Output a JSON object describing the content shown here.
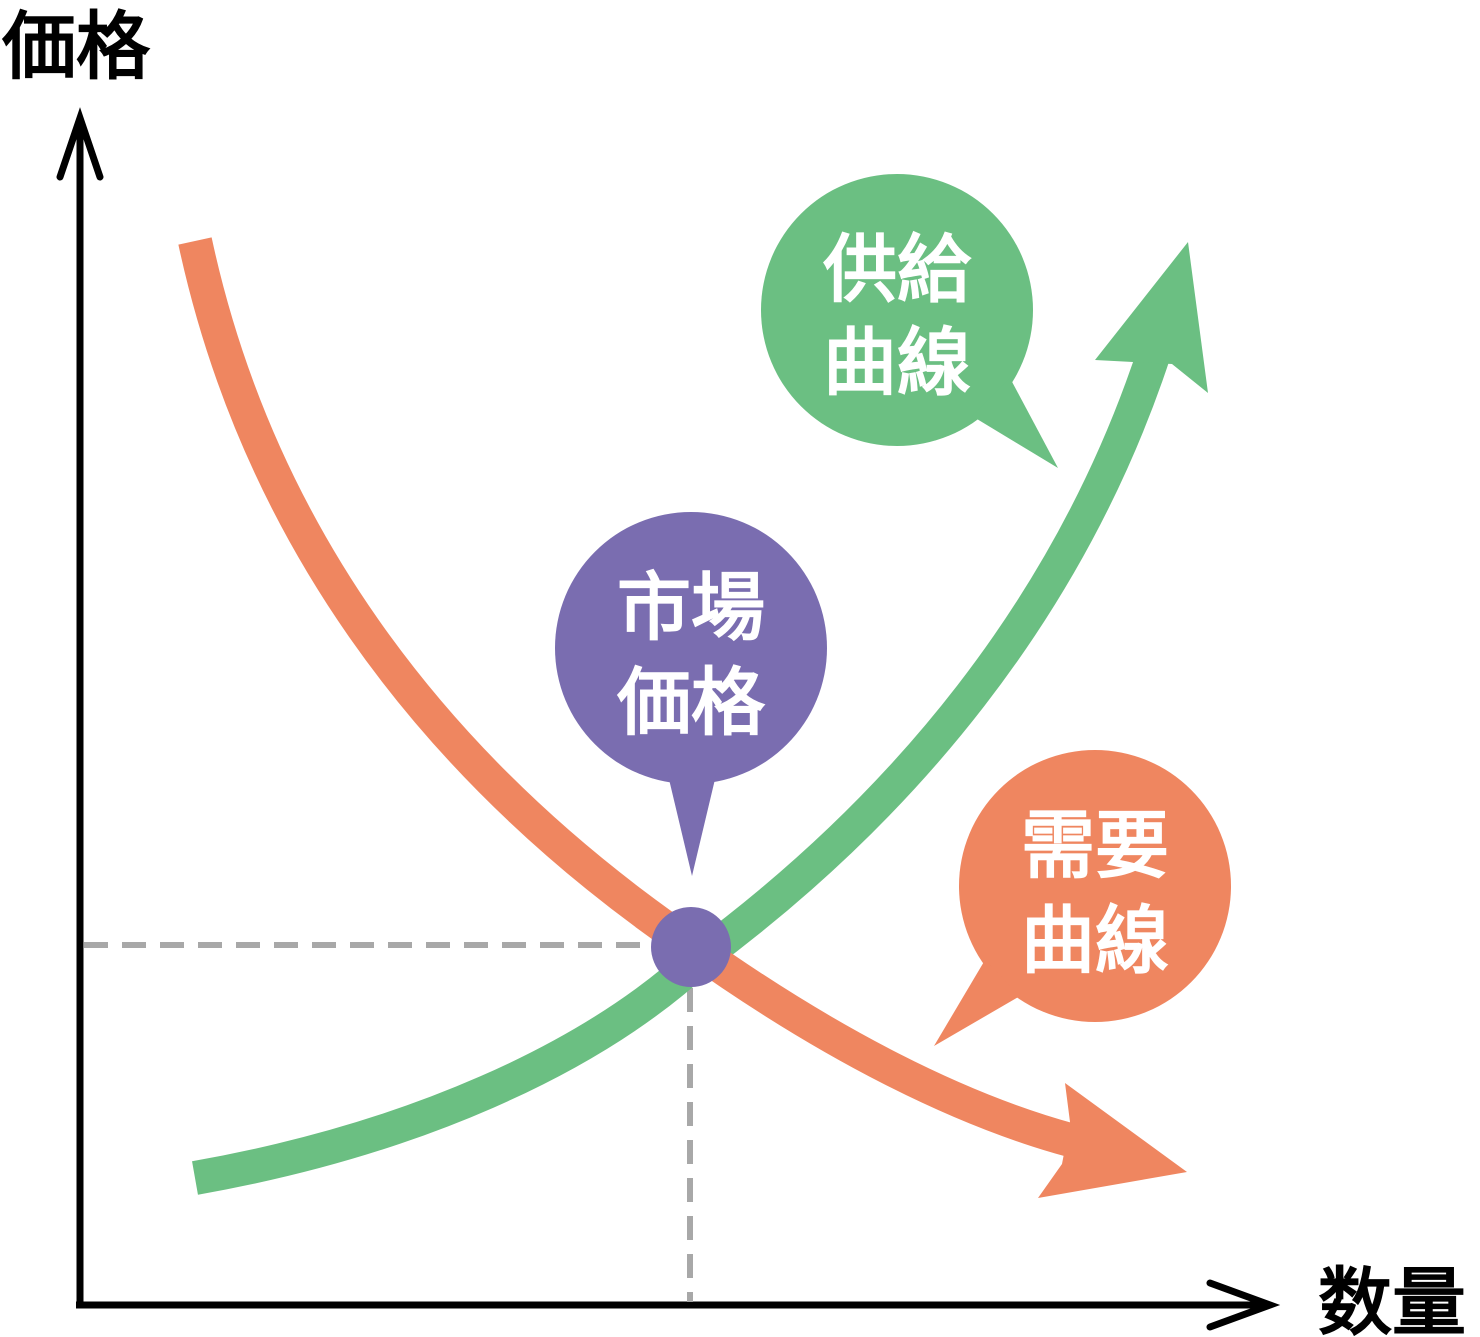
{
  "diagram": {
    "y_axis_label": "価格",
    "x_axis_label": "数量",
    "supply_bubble": {
      "line1": "供給",
      "line2": "曲線"
    },
    "demand_bubble": {
      "line1": "需要",
      "line2": "曲線"
    },
    "market_bubble": {
      "line1": "市場",
      "line2": "価格"
    }
  },
  "colors": {
    "supply": "#6bbf82",
    "demand": "#ef8660",
    "market": "#7a6db0",
    "guide": "#a8a8a8",
    "axis": "#000000"
  }
}
